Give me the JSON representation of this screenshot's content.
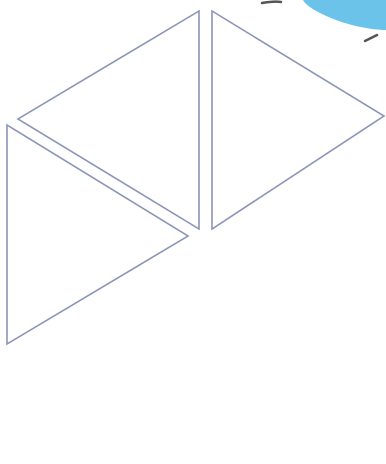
{
  "colors": {
    "background": "#ffffff",
    "outline": "#8a94b6",
    "accent_blob": "#6cc3ea",
    "accent_dark": "#555555"
  },
  "shapes": [
    "triangle-outline",
    "triangle-outline",
    "triangle-outline"
  ],
  "decorations": [
    "blue-blob-icon",
    "dark-stroke-mark"
  ]
}
